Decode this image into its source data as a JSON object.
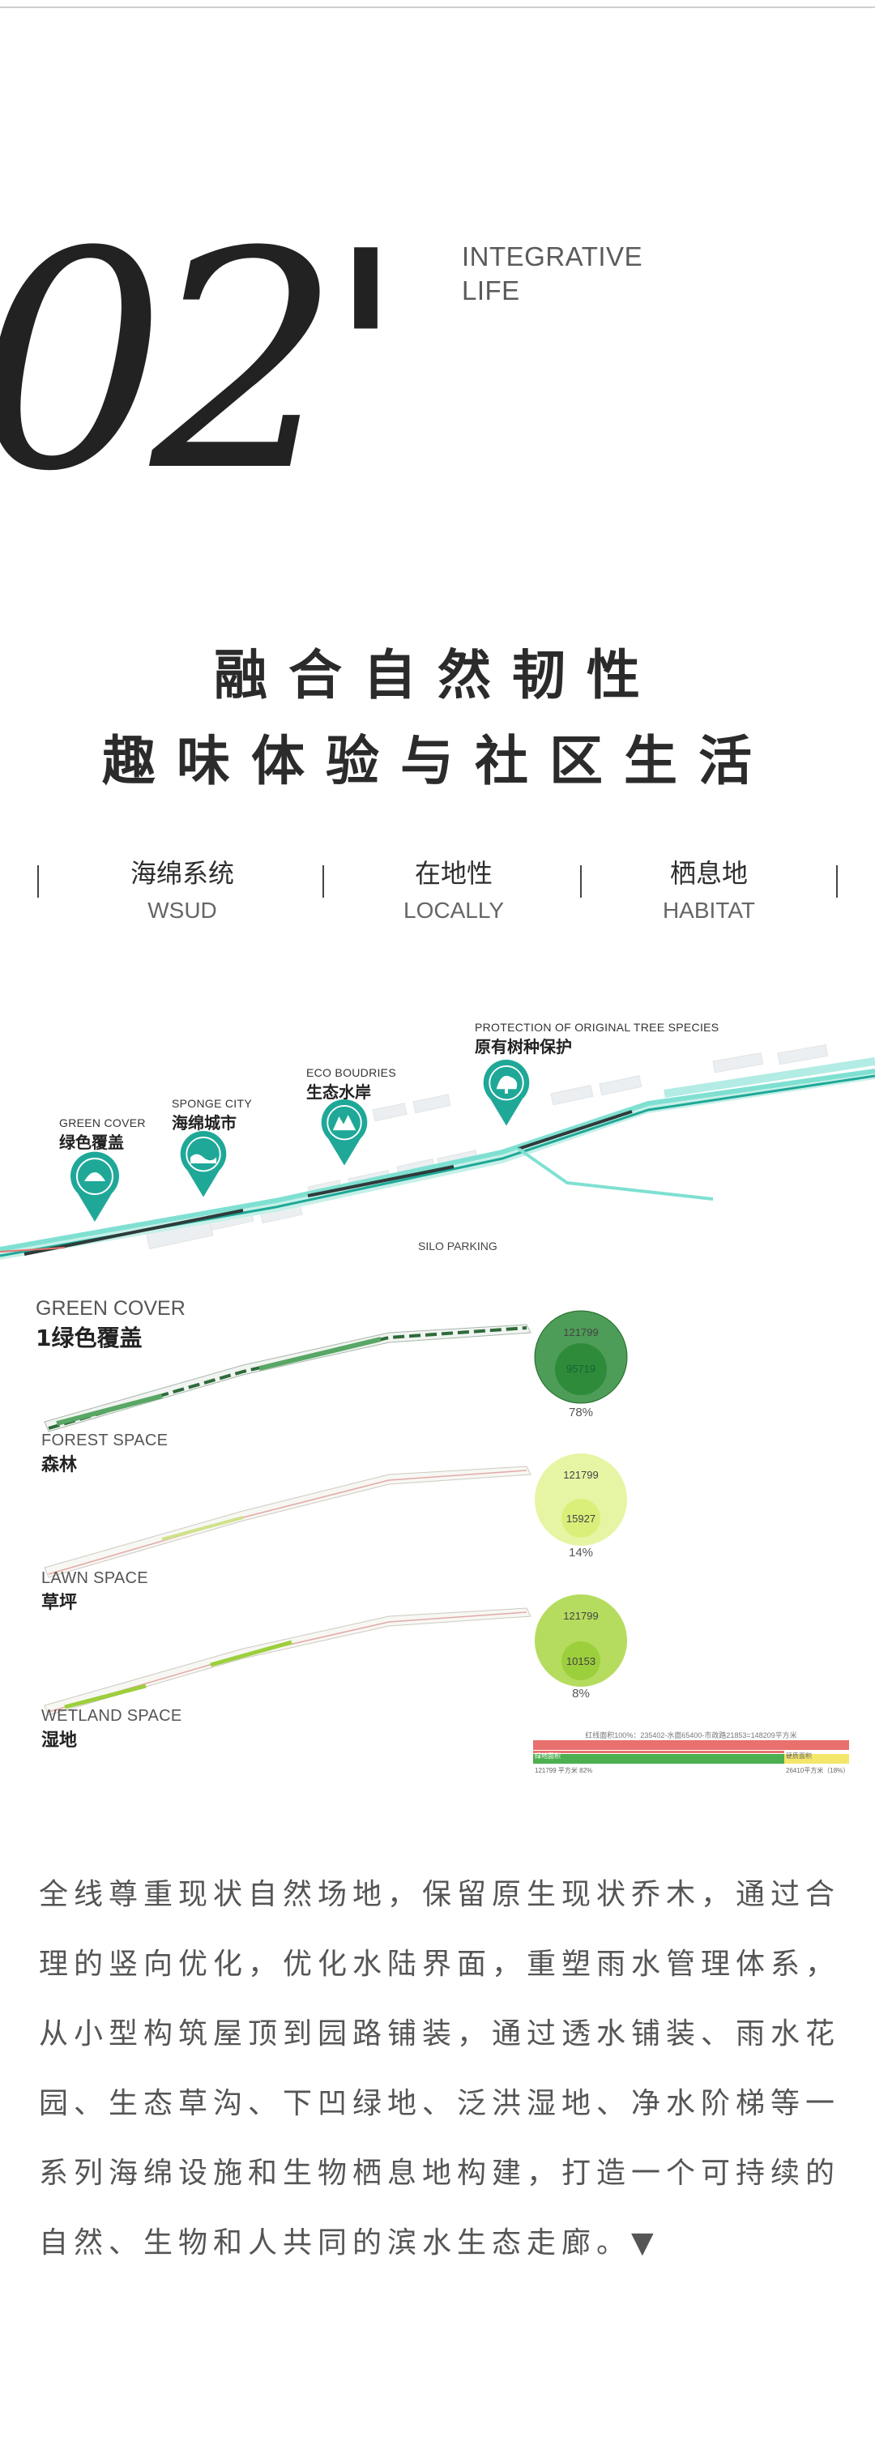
{
  "section": {
    "number": "02'",
    "label_line_1": "INTEGRATIVE",
    "label_line_2": "LIFE"
  },
  "heading": {
    "line_1": "融合自然韧性",
    "line_2": "趣味体验与社区生活"
  },
  "features": [
    {
      "cn": "海绵系统",
      "en": "WSUD"
    },
    {
      "cn": "在地性",
      "en": "LOCALLY"
    },
    {
      "cn": "栖息地",
      "en": "HABITAT"
    }
  ],
  "map": {
    "markers": [
      {
        "en": "GREEN COVER",
        "cn": "绿色覆盖",
        "icon": "tree-icon"
      },
      {
        "en": "SPONGE CITY",
        "cn": "海绵城市",
        "icon": "water-icon"
      },
      {
        "en": "ECO BOUDRIES",
        "cn": "生态水岸",
        "icon": "shoreline-icon"
      },
      {
        "en": "PROTECTION OF ORIGINAL TREE SPECIES",
        "cn": "原有树种保护",
        "icon": "tree-icon"
      }
    ],
    "silo_label": "SILO PARKING"
  },
  "analysis": {
    "rows": [
      {
        "en": "GREEN COVER",
        "cn": "1绿色覆盖",
        "total": "121799",
        "part": "95719",
        "percent": "78%",
        "color": "#2e8b3a"
      },
      {
        "en": "FOREST SPACE",
        "cn": "森林",
        "total": "121799",
        "part": "15927",
        "percent": "14%",
        "color": "#d9ef7a"
      },
      {
        "en": "LAWN SPACE",
        "cn": "草坪",
        "total": "121799",
        "part": "10153",
        "percent": "8%",
        "color": "#9ccf3c"
      },
      {
        "en": "WETLAND SPACE",
        "cn": "湿地"
      }
    ],
    "legend": {
      "caption": "红线面积100%：235402-水面65400-市政路21853=148209平方米",
      "left_label": "绿地面积",
      "right_label": "硬质面积",
      "left_value": "121799 平方米 82%",
      "right_value": "26410平方米（18%）",
      "colors": {
        "red": "#e8716e",
        "green": "#4caf50",
        "yellow": "#f3e66a"
      }
    }
  },
  "body_text": "全线尊重现状自然场地，保留原生现状乔木，通过合理的竖向优化，优化水陆界面，重塑雨水管理体系，从小型构筑屋顶到园路铺装，通过透水铺装、雨水花园、生态草沟、下凹绿地、泛洪湿地、净水阶梯等一系列海绵设施和生物栖息地构建，打造一个可持续的自然、生物和人共同的滨水生态走廊。▼",
  "colors": {
    "teal": "#1fa898",
    "aqua": "#7fe0d2"
  }
}
